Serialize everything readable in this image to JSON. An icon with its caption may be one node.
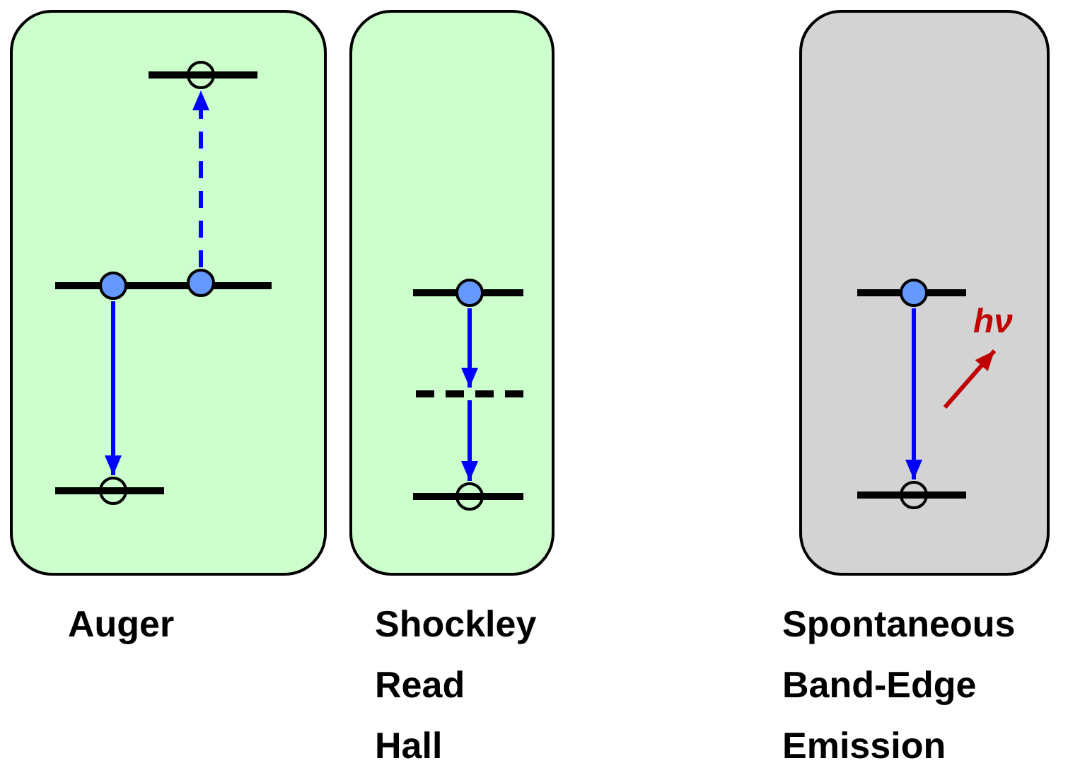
{
  "diagram": {
    "nodes": [
      {
        "text": [
          "Auger"
        ]
      },
      {
        "text": [],
        "shape": "circle",
        "in": 0
      },
      {
        "text": [],
        "shape": "circle",
        "in": 0
      },
      {
        "text": [],
        "shape": "circle",
        "in": 0
      },
      {
        "text": [],
        "shape": "circle",
        "in": 0
      },
      {
        "text": [
          "Shockley Read Hall"
        ]
      },
      {
        "text": [],
        "shape": "circle",
        "in": 5
      },
      {
        "text": [],
        "shape": "bar",
        "in": 5
      },
      {
        "text": [],
        "shape": "circle",
        "in": 5
      },
      {
        "text": [
          "Spontaneous Band-Edge Emission"
        ]
      },
      {
        "text": [],
        "shape": "circle",
        "in": 9
      },
      {
        "text": [],
        "shape": "circle",
        "in": 9
      }
    ],
    "edges": [
      {
        "from": 3,
        "to": 1,
        "arrow": "to",
        "style": "dashed"
      },
      {
        "from": 2,
        "to": 4,
        "arrow": "to"
      },
      {
        "from": 6,
        "to": 7,
        "arrow": "to"
      },
      {
        "from": 7,
        "to": 8,
        "arrow": "to"
      },
      {
        "from": 10,
        "to": 11,
        "arrow": "to"
      }
    ],
    "labels": [
      "hν"
    ]
  }
}
